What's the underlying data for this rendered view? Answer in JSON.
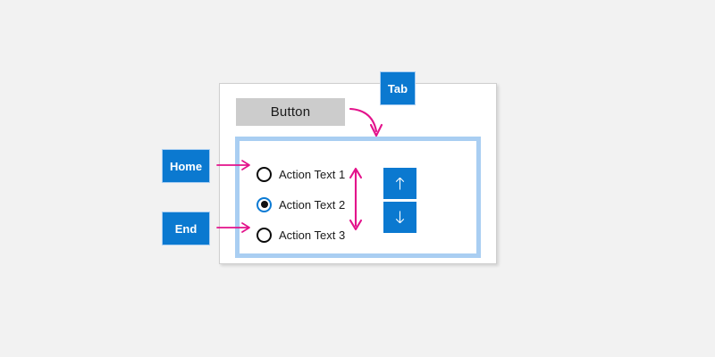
{
  "page": {
    "background_color": "#f2f2f2",
    "accent_blue": "#0b79d0",
    "frame_blue": "#a9cef2",
    "arrow_pink": "#e3128b",
    "button_grey": "#cccccc"
  },
  "key_badges": [
    {
      "name": "tab",
      "label": "Tab"
    },
    {
      "name": "home",
      "label": "Home"
    },
    {
      "name": "end",
      "label": "End"
    }
  ],
  "dialog": {
    "push_button": {
      "label": "Button"
    },
    "radio_group": {
      "options": [
        {
          "label": "Action Text 1",
          "selected": false
        },
        {
          "label": "Action Text 2",
          "selected": true
        },
        {
          "label": "Action Text 3",
          "selected": false
        }
      ]
    },
    "spinner": {
      "up": {
        "icon": "arrow-up-icon",
        "glyph": "↑"
      },
      "down": {
        "icon": "arrow-down-icon",
        "glyph": "↓"
      }
    }
  },
  "annotations": {
    "tab_arrow": {
      "icon": "curved-arrow-icon",
      "points_to": "focus-frame"
    },
    "home_arrow": {
      "icon": "straight-arrow-icon",
      "points_to": "radio-option-1"
    },
    "end_arrow": {
      "icon": "straight-arrow-icon",
      "points_to": "radio-option-3"
    },
    "updown_arrow": {
      "icon": "double-arrow-vertical-icon",
      "points_to": "radio-group"
    }
  }
}
